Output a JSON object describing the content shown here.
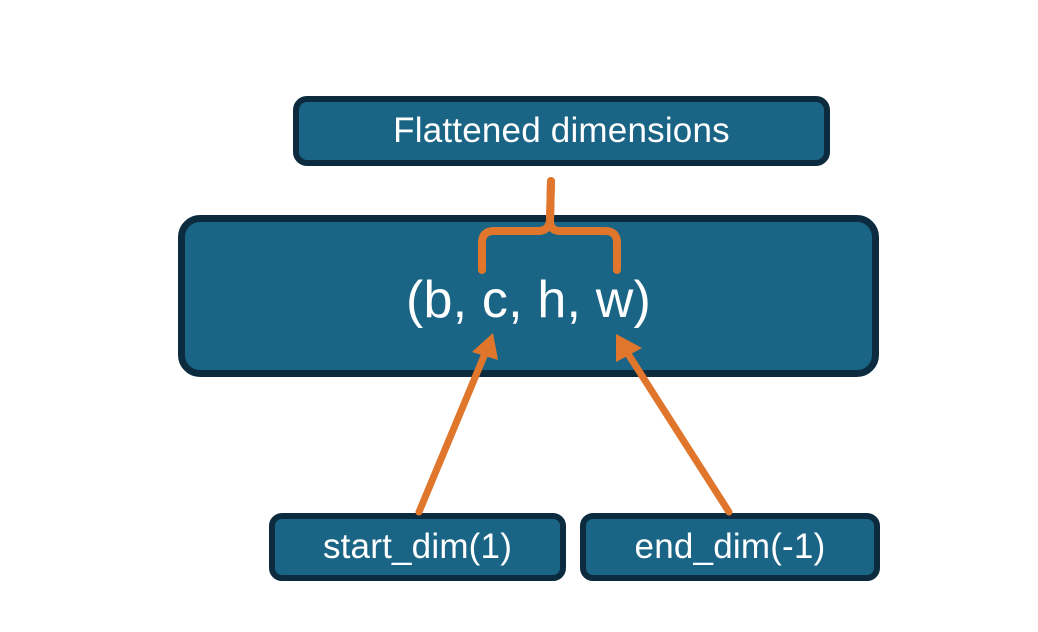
{
  "diagram": {
    "title_box": {
      "label": "Flattened dimensions"
    },
    "shape_box": {
      "label": "(b, c, h, w)"
    },
    "start_box": {
      "label": "start_dim(1)"
    },
    "end_box": {
      "label": "end_dim(-1)"
    },
    "colors": {
      "box_fill": "#1a6585",
      "box_border": "#0d2b3e",
      "text": "#ffffff",
      "annotation": "#e0762c",
      "background": "#ffffff"
    },
    "annotations": {
      "brace": {
        "name": "flattened-range-brace",
        "spans": "c, h, w"
      },
      "arrow_start": {
        "name": "start-dim-arrow",
        "points_to": "c"
      },
      "arrow_end": {
        "name": "end-dim-arrow",
        "points_to": "w"
      }
    }
  }
}
